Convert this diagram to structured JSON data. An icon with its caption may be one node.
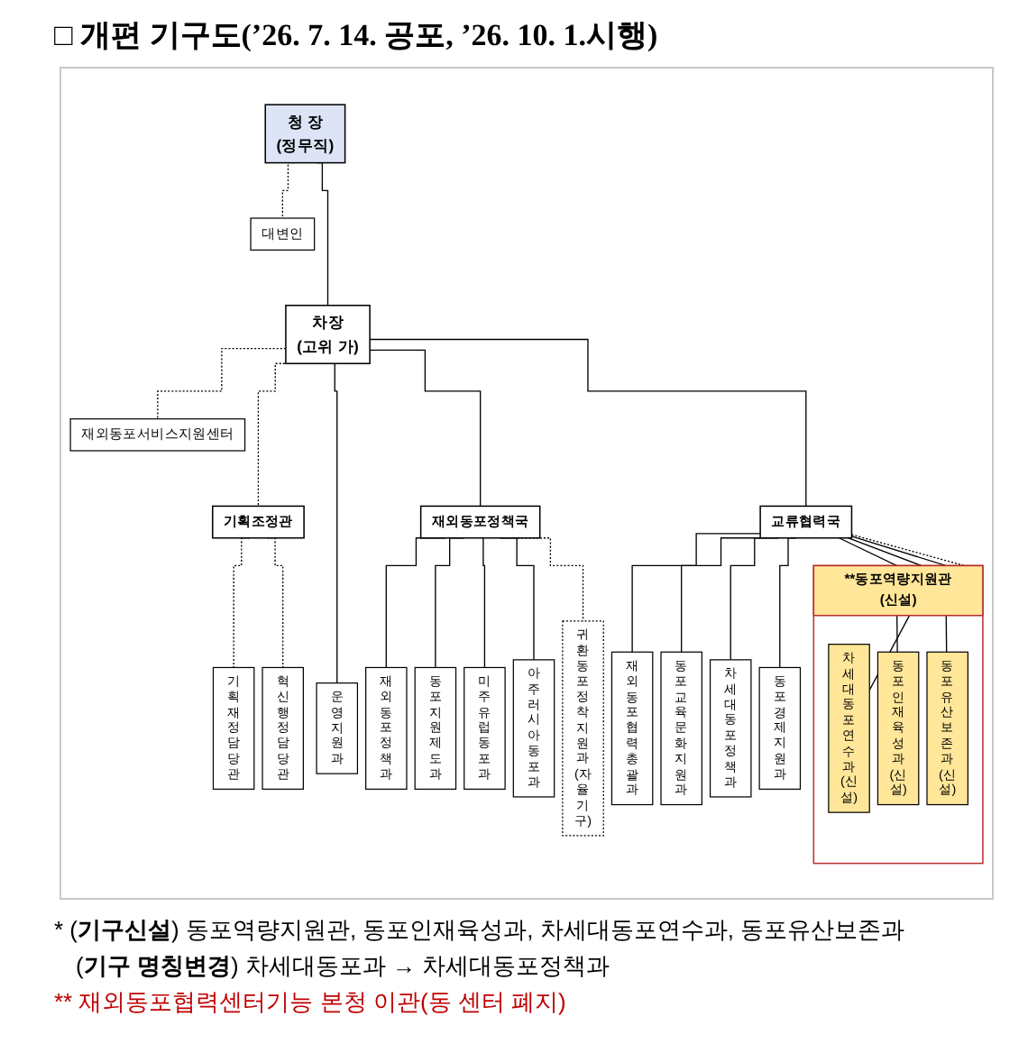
{
  "diagram": {
    "title": "□ 개편 기구도(’26. 7. 14. 공포, ’26. 10. 1.시행)",
    "nodes": [
      {
        "text": [
          "청 장",
          "(정무직)"
        ]
      },
      {
        "text": [
          "대변인"
        ]
      },
      {
        "text": [
          "차장",
          "(고위 가)"
        ]
      },
      {
        "text": [
          "재외동포서비스지원센터"
        ]
      },
      {
        "text": [
          "기획조정관"
        ]
      },
      {
        "text": [
          "재외동포정책국"
        ]
      },
      {
        "text": [
          "교류협력국"
        ]
      },
      {
        "text": [
          "**동포역량지원관",
          "(신설)"
        ]
      },
      {
        "text": [
          "기획재정담당관"
        ]
      },
      {
        "text": [
          "혁신행정담당관"
        ]
      },
      {
        "text": [
          "운영지원과"
        ]
      },
      {
        "text": [
          "재외동포정책과"
        ]
      },
      {
        "text": [
          "동포지원제도과"
        ]
      },
      {
        "text": [
          "미주유럽동포과"
        ]
      },
      {
        "text": [
          "아주러시아동포과"
        ]
      },
      {
        "text": [
          "귀환동포정착지원과",
          "(자율기구)"
        ]
      },
      {
        "text": [
          "재외동포협력총괄과"
        ]
      },
      {
        "text": [
          "동포교육문화지원과"
        ]
      },
      {
        "text": [
          "차세대동포정책과"
        ]
      },
      {
        "text": [
          "동포경제지원과"
        ]
      },
      {
        "text": [
          "동포인재육성과",
          "(신설)"
        ],
        "in": 7
      },
      {
        "text": [
          "차세대동포연수과",
          "(신설)"
        ],
        "in": 7
      },
      {
        "text": [
          "동포유산보존과",
          "(신설)"
        ],
        "in": 7
      }
    ],
    "edges": [
      {
        "from": 0,
        "to": 1,
        "arrow": "none",
        "style": "dashed"
      },
      {
        "from": 0,
        "to": 2,
        "arrow": "none"
      },
      {
        "from": 2,
        "to": 3,
        "arrow": "none",
        "style": "dashed"
      },
      {
        "from": 2,
        "to": 4,
        "arrow": "none",
        "style": "dashed"
      },
      {
        "from": 2,
        "to": 10,
        "arrow": "none"
      },
      {
        "from": 2,
        "to": 5,
        "arrow": "none"
      },
      {
        "from": 2,
        "to": 6,
        "arrow": "none"
      },
      {
        "from": 4,
        "to": 8,
        "arrow": "none",
        "style": "dashed"
      },
      {
        "from": 4,
        "to": 9,
        "arrow": "none",
        "style": "dashed"
      },
      {
        "from": 5,
        "to": 11,
        "arrow": "none"
      },
      {
        "from": 5,
        "to": 12,
        "arrow": "none"
      },
      {
        "from": 5,
        "to": 13,
        "arrow": "none"
      },
      {
        "from": 5,
        "to": 14,
        "arrow": "none"
      },
      {
        "from": 5,
        "to": 15,
        "arrow": "none",
        "style": "dashed"
      },
      {
        "from": 6,
        "to": 7,
        "arrow": "none",
        "style": "dashed"
      },
      {
        "from": 6,
        "to": 16,
        "arrow": "none"
      },
      {
        "from": 6,
        "to": 17,
        "arrow": "none"
      },
      {
        "from": 6,
        "to": 18,
        "arrow": "none"
      },
      {
        "from": 6,
        "to": 19,
        "arrow": "none"
      },
      {
        "from": 6,
        "to": 20,
        "arrow": "none"
      },
      {
        "from": 6,
        "to": 21,
        "arrow": "none"
      },
      {
        "from": 6,
        "to": 22,
        "arrow": "none"
      }
    ],
    "labels": [
      "* (**기구신설**) 동포역량지원관, 동포인재육성과, 차세대동포연수과, 동포유산보존과",
      "(**기구 명칭변경**) 차세대동포과 → 차세대동포정책과",
      "** 재외동포협력센터기능 본청 이관(동 센터 폐지)"
    ]
  }
}
